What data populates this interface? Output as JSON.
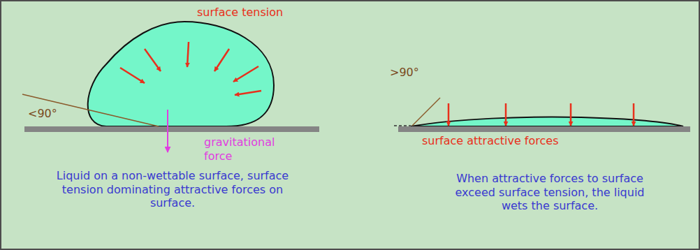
{
  "diagram": {
    "labels": [
      "surface tension",
      "<90°",
      "gravitational force",
      "Liquid on a non-wettable surface, surface tension dominating attractive forces on surface.",
      ">90°",
      "surface attractive forces",
      "When attractive forces to surface exceed surface tension, the liquid wets the surface."
    ]
  }
}
